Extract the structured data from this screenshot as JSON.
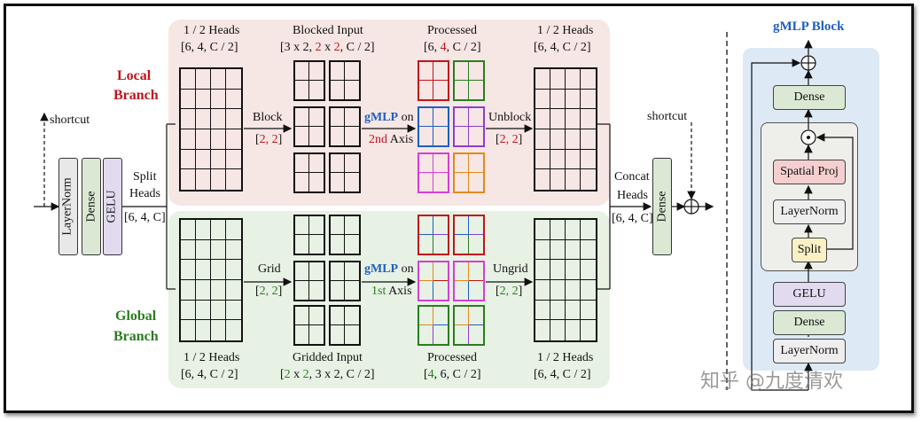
{
  "colors": {
    "red": "#c0151b",
    "green": "#2a7d1f",
    "blue": "#1f5fbf",
    "local_bg": "#f6e6e4",
    "global_bg": "#e7f1e4",
    "block_bg": "#dde9f5"
  },
  "left": {
    "shortcut": "shortcut",
    "layernorm": "LayerNorm",
    "dense": "Dense",
    "gelu": "GELU",
    "split_line1": "Split",
    "split_line2": "Heads",
    "split_shape": "[6, 4, C]"
  },
  "local": {
    "title_line1": "Local",
    "title_line2": "Branch",
    "col1_header1": "1 / 2 Heads",
    "col1_header2": "[6, 4, C / 2]",
    "col2_header1": "Blocked Input",
    "col2_header2_a": "[3 x 2, ",
    "col2_header2_b": "2",
    "col2_header2_c": " x ",
    "col2_header2_d": "2",
    "col2_header2_e": ", C / 2]",
    "col3_header1": "Processed",
    "col3_header2_a": "[6, ",
    "col3_header2_b": "4",
    "col3_header2_c": ", C / 2]",
    "col4_header1": "1 / 2 Heads",
    "col4_header2": "[6, 4, C / 2]",
    "op1_label": "Block",
    "op1_a": "[",
    "op1_b": "2, 2",
    "op1_c": "]",
    "gmlp_a": "gMLP",
    "gmlp_b": " on",
    "axis_a": "2nd",
    "axis_b": " Axis",
    "op2_label": "Unblock",
    "op2_a": "[",
    "op2_b": "2, 2",
    "op2_c": "]"
  },
  "global": {
    "title_line1": "Global",
    "title_line2": "Branch",
    "col1_footer1": "1 / 2 Heads",
    "col1_footer2": "[6, 4, C / 2]",
    "col2_footer1": "Gridded Input",
    "col2_footer2_a": "[",
    "col2_footer2_b": "2",
    "col2_footer2_c": " x ",
    "col2_footer2_d": "2",
    "col2_footer2_e": ", 3 x 2, C / 2]",
    "col3_footer1": "Processed",
    "col3_footer2_a": "[",
    "col3_footer2_b": "4",
    "col3_footer2_c": ", 6, C / 2]",
    "col4_footer1": "1 / 2 Heads",
    "col4_footer2": "[6, 4, C / 2]",
    "op1_label": "Grid",
    "op1_a": "[",
    "op1_b": "2, 2",
    "op1_c": "]",
    "gmlp_a": "gMLP",
    "gmlp_b": " on",
    "axis_a": "1st",
    "axis_b": " Axis",
    "op2_label": "Ungrid",
    "op2_a": "[",
    "op2_b": "2, 2",
    "op2_c": "]"
  },
  "right": {
    "shortcut": "shortcut",
    "concat_line1": "Concat",
    "concat_line2": "Heads",
    "concat_shape": "[6, 4, C]",
    "dense": "Dense"
  },
  "gmlp_block": {
    "title": "gMLP Block",
    "dense_top": "Dense",
    "spatial_proj": "Spatial Proj",
    "layernorm_inner": "LayerNorm",
    "split": "Split",
    "gelu": "GELU",
    "dense_bottom": "Dense",
    "layernorm_bottom": "LayerNorm"
  },
  "watermark": "知乎 @九度清欢"
}
